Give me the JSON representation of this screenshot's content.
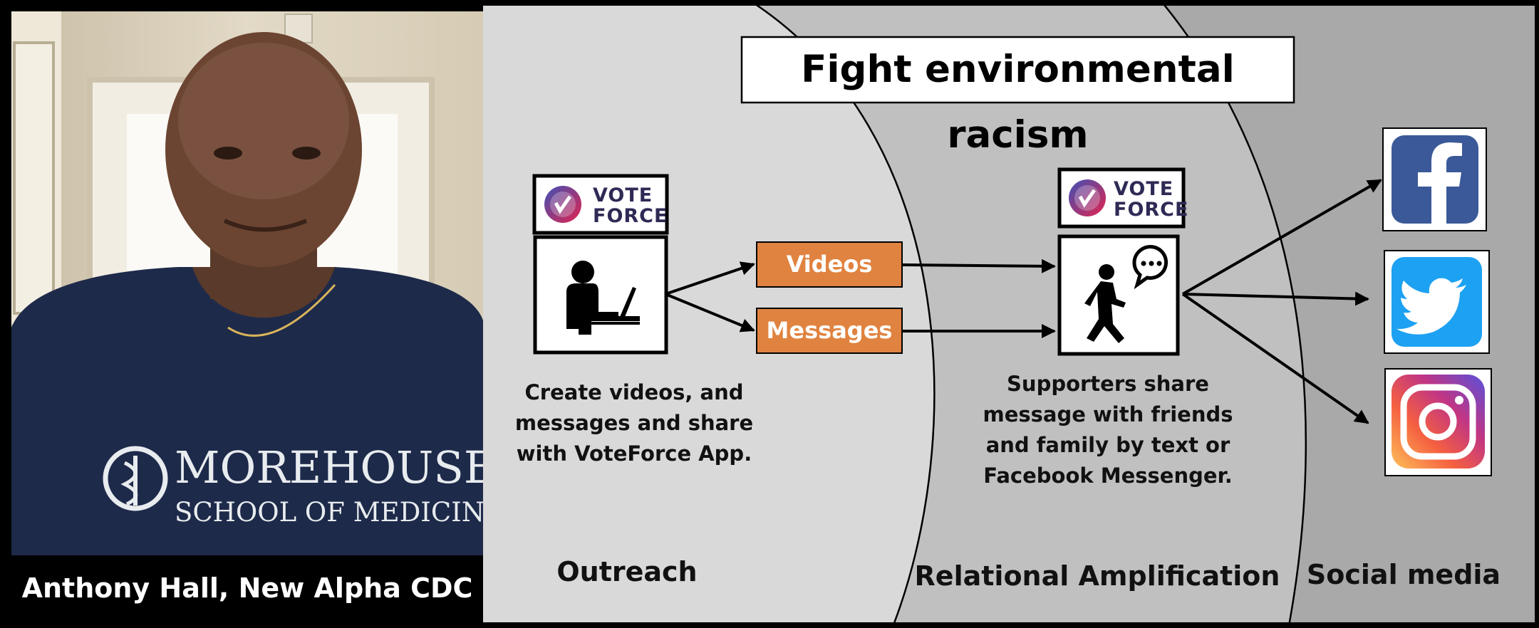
{
  "title": "Fight environmental racism",
  "person": {
    "caption": "Anthony Hall, New Alpha CDC",
    "shirt_line1": "MOREHOUSE",
    "shirt_line2": "SCHOOL OF MEDICINE"
  },
  "outreach": {
    "label": "Outreach",
    "logo_line1": "VOTE",
    "logo_line2": "FORCE",
    "description": [
      "Create videos, and",
      "messages and share",
      "with VoteForce App."
    ]
  },
  "content_types": {
    "videos": "Videos",
    "messages": "Messages"
  },
  "amplification": {
    "label": "Relational Amplification",
    "logo_line1": "VOTE",
    "logo_line2": "FORCE",
    "description": [
      "Supporters share",
      "message with friends",
      "and family by text or",
      "Facebook Messenger."
    ]
  },
  "social": {
    "label": "Social media",
    "platforms": [
      "facebook",
      "twitter",
      "instagram"
    ]
  },
  "colors": {
    "tag_orange": "#e08340",
    "facebook_blue": "#3b5998",
    "twitter_blue": "#1da1f2",
    "region_outreach": "#d9d9d9",
    "region_amplification": "#c0c0c0",
    "region_social": "#a9a9a9"
  }
}
